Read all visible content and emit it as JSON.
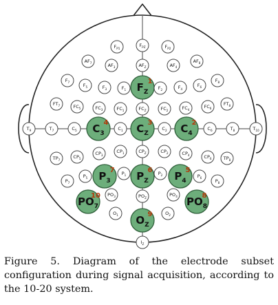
{
  "colors": {
    "active_fill": "#6dae7b",
    "active_stroke": "#2f5f3a",
    "electrode_fill": "#ffffff",
    "electrode_stroke": "#444444",
    "number_color": "#b33a0c",
    "head_stroke": "#222222"
  },
  "caption": "Figure 5. Diagram of the electrode subset configuration during signal acquisition, according to the 10-20 system.",
  "electrodes": [
    {
      "name": "Fp1",
      "base": "F",
      "sub": "P1"
    },
    {
      "name": "Fpz",
      "base": "F",
      "sub": "PZ"
    },
    {
      "name": "Fp2",
      "base": "F",
      "sub": "P2"
    },
    {
      "name": "AF7",
      "base": "AF",
      "sub": "7"
    },
    {
      "name": "AF3",
      "base": "AF",
      "sub": "3"
    },
    {
      "name": "AFz",
      "base": "AF",
      "sub": "Z"
    },
    {
      "name": "AF4",
      "base": "AF",
      "sub": "4"
    },
    {
      "name": "AF8",
      "base": "AF",
      "sub": "8"
    },
    {
      "name": "F7",
      "base": "F",
      "sub": "7"
    },
    {
      "name": "F5",
      "base": "F",
      "sub": "5"
    },
    {
      "name": "F3",
      "base": "F",
      "sub": "3"
    },
    {
      "name": "F1",
      "base": "F",
      "sub": "1"
    },
    {
      "name": "Fz",
      "base": "F",
      "sub": "Z",
      "active": true,
      "number": "1"
    },
    {
      "name": "F2",
      "base": "F",
      "sub": "2"
    },
    {
      "name": "F4",
      "base": "F",
      "sub": "4"
    },
    {
      "name": "F6",
      "base": "F",
      "sub": "6"
    },
    {
      "name": "F8",
      "base": "F",
      "sub": "8"
    },
    {
      "name": "FT7",
      "base": "FT",
      "sub": "7"
    },
    {
      "name": "FC5",
      "base": "FC",
      "sub": "5"
    },
    {
      "name": "FC3",
      "base": "FC",
      "sub": "3"
    },
    {
      "name": "FC1",
      "base": "FC",
      "sub": "1"
    },
    {
      "name": "FCz",
      "base": "FC",
      "sub": "Z"
    },
    {
      "name": "FC2",
      "base": "FC",
      "sub": "2"
    },
    {
      "name": "FC4",
      "base": "FC",
      "sub": "4"
    },
    {
      "name": "FC6",
      "base": "FC",
      "sub": "6"
    },
    {
      "name": "FT8",
      "base": "FT",
      "sub": "8"
    },
    {
      "name": "T9",
      "base": "T",
      "sub": "9"
    },
    {
      "name": "T7",
      "base": "T",
      "sub": "7"
    },
    {
      "name": "C5",
      "base": "C",
      "sub": "5"
    },
    {
      "name": "C3",
      "base": "C",
      "sub": "3",
      "active": true,
      "number": "4"
    },
    {
      "name": "C1",
      "base": "C",
      "sub": "1"
    },
    {
      "name": "Cz",
      "base": "C",
      "sub": "Z",
      "active": true,
      "number": "3"
    },
    {
      "name": "C2",
      "base": "C",
      "sub": "2"
    },
    {
      "name": "C4",
      "base": "C",
      "sub": "4",
      "active": true,
      "number": "2"
    },
    {
      "name": "C6",
      "base": "C",
      "sub": "6"
    },
    {
      "name": "T8",
      "base": "T",
      "sub": "8"
    },
    {
      "name": "T10",
      "base": "T",
      "sub": "10"
    },
    {
      "name": "TP7",
      "base": "TP",
      "sub": "7"
    },
    {
      "name": "CP5",
      "base": "CP",
      "sub": "5"
    },
    {
      "name": "CP3",
      "base": "CP",
      "sub": "3"
    },
    {
      "name": "CP1",
      "base": "CP",
      "sub": "1"
    },
    {
      "name": "CPz",
      "base": "CP",
      "sub": "Z"
    },
    {
      "name": "CP2",
      "base": "CP",
      "sub": "2"
    },
    {
      "name": "CP4",
      "base": "CP",
      "sub": "4"
    },
    {
      "name": "CP6",
      "base": "CP",
      "sub": "6"
    },
    {
      "name": "TP8",
      "base": "TP",
      "sub": "8"
    },
    {
      "name": "P7",
      "base": "P",
      "sub": "7"
    },
    {
      "name": "P5",
      "base": "P",
      "sub": "5"
    },
    {
      "name": "P3",
      "base": "P",
      "sub": "3",
      "active": true,
      "number": "7"
    },
    {
      "name": "P1",
      "base": "P",
      "sub": "1"
    },
    {
      "name": "Pz",
      "base": "P",
      "sub": "Z",
      "active": true,
      "number": "6"
    },
    {
      "name": "P2",
      "base": "P",
      "sub": "2"
    },
    {
      "name": "P4",
      "base": "P",
      "sub": "4",
      "active": true,
      "number": "5"
    },
    {
      "name": "P6",
      "base": "P",
      "sub": "6"
    },
    {
      "name": "P8",
      "base": "P",
      "sub": "8"
    },
    {
      "name": "PO7",
      "base": "PO",
      "sub": "7",
      "active": true,
      "number": "10"
    },
    {
      "name": "PO3",
      "base": "PO",
      "sub": "3"
    },
    {
      "name": "POz",
      "base": "PO",
      "sub": "Z"
    },
    {
      "name": "PO4",
      "base": "PO",
      "sub": "4"
    },
    {
      "name": "PO8",
      "base": "PO",
      "sub": "8",
      "active": true,
      "number": "8"
    },
    {
      "name": "O1",
      "base": "O",
      "sub": "1"
    },
    {
      "name": "Oz",
      "base": "O",
      "sub": "Z",
      "active": true,
      "number": "9"
    },
    {
      "name": "O2",
      "base": "O",
      "sub": "2"
    },
    {
      "name": "Iz",
      "base": "I",
      "sub": "Z"
    }
  ]
}
